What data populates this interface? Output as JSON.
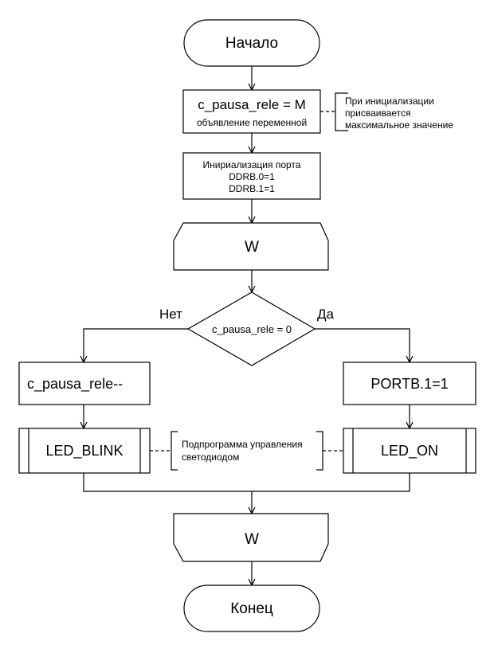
{
  "flowchart": {
    "start": "Начало",
    "declare": {
      "line1": "c_pausa_rele = M",
      "line2": "объявление переменной"
    },
    "declare_comment": {
      "line1": "При инициализации",
      "line2": "присваивается",
      "line3": "максимальное значение"
    },
    "init": {
      "line1": "Инириализация порта",
      "line2": "DDRB.0=1",
      "line3": "DDRB.1=1"
    },
    "loop_start": "W",
    "decision": "c_pausa_rele = 0",
    "branch_no": "Нет",
    "branch_yes": "Да",
    "decrement": "c_pausa_rele--",
    "set_port": "PORTB.1=1",
    "sub_blink": "LED_BLINK",
    "sub_on": "LED_ON",
    "sub_comment": {
      "line1": "Подпрограмма управления",
      "line2": "светодиодом"
    },
    "loop_end": "W",
    "end": "Конец"
  }
}
